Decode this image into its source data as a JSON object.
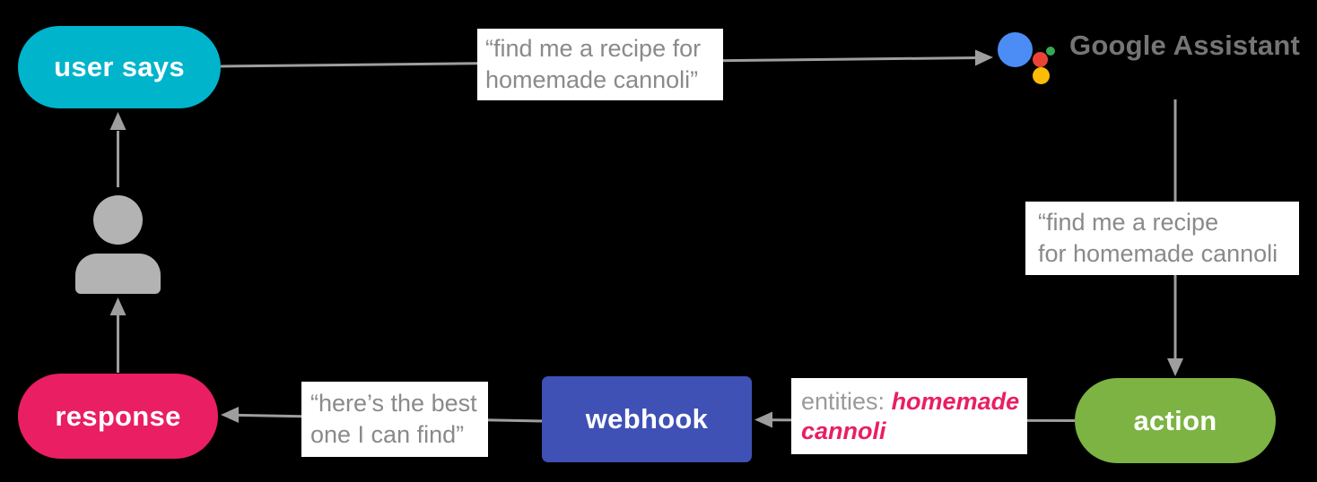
{
  "diagram": {
    "background_color": "#000000",
    "arrow_color": "#9E9E9E",
    "nodes": {
      "user_says": {
        "label": "user says",
        "color": "#00B4CC",
        "shape": "pill"
      },
      "action": {
        "label": "action",
        "color": "#7CB342",
        "shape": "pill"
      },
      "webhook": {
        "label": "webhook",
        "color": "#3F51B5",
        "shape": "rect"
      },
      "response": {
        "label": "response",
        "color": "#E91E63",
        "shape": "pill"
      }
    },
    "assistant": {
      "label": "Google Assistant",
      "icon": "google-assistant-logo",
      "logo_colors": {
        "blue": "#4C8DF5",
        "green": "#34A853",
        "red": "#EA4335",
        "yellow": "#FBBC05"
      }
    },
    "user_icon": "person-silhouette",
    "labels": {
      "user_query": {
        "line1": "“find me a recipe for",
        "line2": "homemade cannoli”"
      },
      "assistant_query": {
        "line1": "“find me a recipe",
        "line2": "for homemade cannoli"
      },
      "entities": {
        "prefix": "entities: ",
        "value_line1": "homemade",
        "value_line2": "cannoli",
        "value_color": "#E91E63"
      },
      "response_quote": {
        "line1": "“here’s the best",
        "line2": "one I can find”"
      }
    }
  }
}
